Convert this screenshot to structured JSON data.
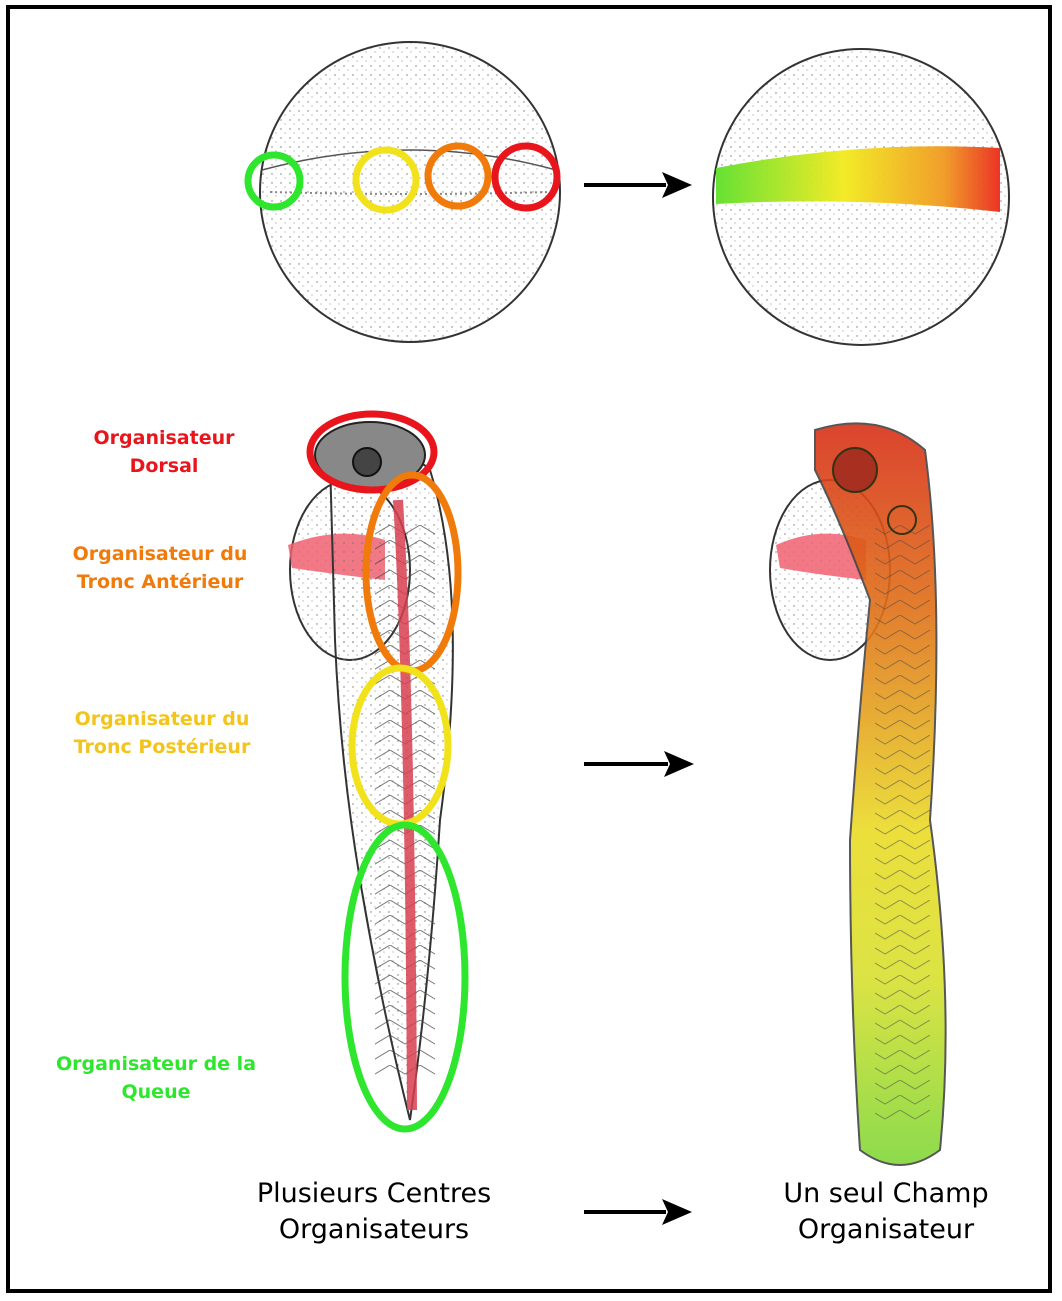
{
  "colors": {
    "dorsal": "#e8161c",
    "anterior": "#f07a0a",
    "posterior": "#f2e21c",
    "tail": "#2ee62e",
    "ink": "#000000"
  },
  "labels": {
    "dorsal": [
      "Organisateur",
      "Dorsal"
    ],
    "anterior_trunk": [
      "Organisateur du",
      "Tronc Antérieur"
    ],
    "posterior_trunk": [
      "Organisateur du",
      "Tronc Postérieur"
    ],
    "tail": [
      "Organisateur de la",
      "Queue"
    ]
  },
  "captions": {
    "left": [
      "Plusieurs Centres",
      "Organisateurs"
    ],
    "right": [
      "Un seul Champ",
      "Organisateur"
    ]
  }
}
